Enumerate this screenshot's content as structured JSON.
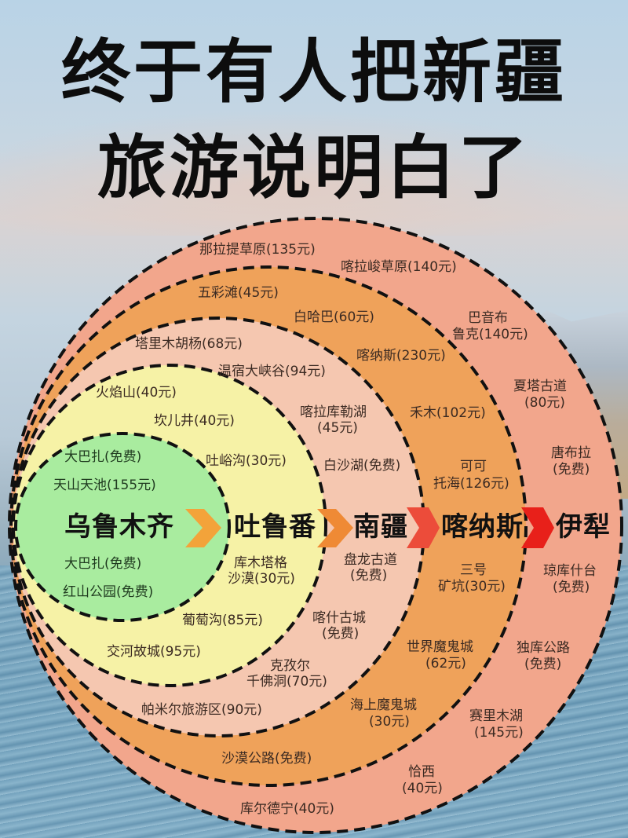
{
  "title": {
    "line1": "终于有人把新疆",
    "line2": "旅游说明白了"
  },
  "colors": {
    "outer_ring": "#f2a68c",
    "orange_ring": "#efa25a",
    "pink_ring": "#f5c7b0",
    "yellow_ring": "#f6f2a6",
    "green_core": "#a9ec9f",
    "chevron_1": "#f3a33a",
    "chevron_2": "#ef8a35",
    "chevron_3": "#ec4c3a",
    "chevron_4": "#e8201a",
    "dash": "#111111"
  },
  "route": [
    {
      "name": "乌鲁木齐"
    },
    {
      "name": "吐鲁番"
    },
    {
      "name": "南疆"
    },
    {
      "name": "喀纳斯"
    },
    {
      "name": "伊犁"
    }
  ],
  "zones": {
    "urumqi": [
      {
        "text": "大巴扎(免费)"
      },
      {
        "text": "天山天池(155元)"
      },
      {
        "text": "大巴扎(免费)"
      },
      {
        "text": "红山公园(免费)"
      }
    ],
    "turpan": [
      {
        "text": "火焰山(40元)"
      },
      {
        "text": "坎儿井(40元)"
      },
      {
        "text": "吐峪沟(30元)"
      },
      {
        "text": "库木塔格"
      },
      {
        "text": "沙漠(30元)"
      },
      {
        "text": "葡萄沟(85元)"
      },
      {
        "text": "交河故城(95元)"
      }
    ],
    "south": [
      {
        "text": "塔里木胡杨(68元)"
      },
      {
        "text": "温宿大峡谷(94元)"
      },
      {
        "text": "喀拉库勒湖"
      },
      {
        "text": "(45元)"
      },
      {
        "text": "白沙湖(免费)"
      },
      {
        "text": "盘龙古道"
      },
      {
        "text": "(免费)"
      },
      {
        "text": "喀什古城"
      },
      {
        "text": "(免费)"
      },
      {
        "text": "克孜尔"
      },
      {
        "text": "千佛洞(70元)"
      },
      {
        "text": "帕米尔旅游区(90元)"
      }
    ],
    "kanas": [
      {
        "text": "五彩滩(45元)"
      },
      {
        "text": "白哈巴(60元)"
      },
      {
        "text": "喀纳斯(230元)"
      },
      {
        "text": "禾木(102元)"
      },
      {
        "text": "可可"
      },
      {
        "text": "托海(126元)"
      },
      {
        "text": "三号"
      },
      {
        "text": "矿坑(30元)"
      },
      {
        "text": "世界魔鬼城"
      },
      {
        "text": "(62元)"
      },
      {
        "text": "海上魔鬼城"
      },
      {
        "text": "(30元)"
      },
      {
        "text": "沙漠公路(免费)"
      }
    ],
    "ili": [
      {
        "text": "那拉提草原(135元)"
      },
      {
        "text": "喀拉峻草原(140元)"
      },
      {
        "text": "巴音布"
      },
      {
        "text": "鲁克(140元)"
      },
      {
        "text": "夏塔古道"
      },
      {
        "text": "(80元)"
      },
      {
        "text": "唐布拉"
      },
      {
        "text": "(免费)"
      },
      {
        "text": "琼库什台"
      },
      {
        "text": "(免费)"
      },
      {
        "text": "独库公路"
      },
      {
        "text": "(免费)"
      },
      {
        "text": "赛里木湖"
      },
      {
        "text": "(145元)"
      },
      {
        "text": "恰西"
      },
      {
        "text": "(40元)"
      },
      {
        "text": "库尔德宁(40元)"
      }
    ]
  }
}
